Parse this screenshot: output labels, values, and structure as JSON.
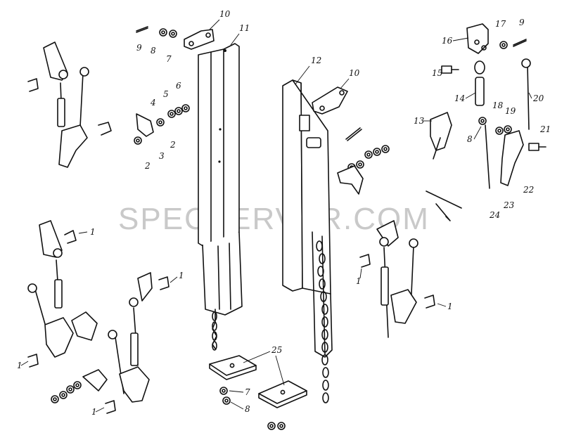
{
  "watermark": "SPECSERVER.COM",
  "callouts": {
    "n1": "1",
    "n2": "2",
    "n3": "3",
    "n4": "4",
    "n5": "5",
    "n6": "6",
    "n7": "7",
    "n8": "8",
    "n9": "9",
    "n10": "10",
    "n11": "11",
    "n12": "12",
    "n13": "13",
    "n14": "14",
    "n15": "15",
    "n16": "16",
    "n17": "17",
    "n18": "18",
    "n19": "19",
    "n20": "20",
    "n21": "21",
    "n22": "22",
    "n23": "23",
    "n24": "24",
    "n25": "25"
  }
}
